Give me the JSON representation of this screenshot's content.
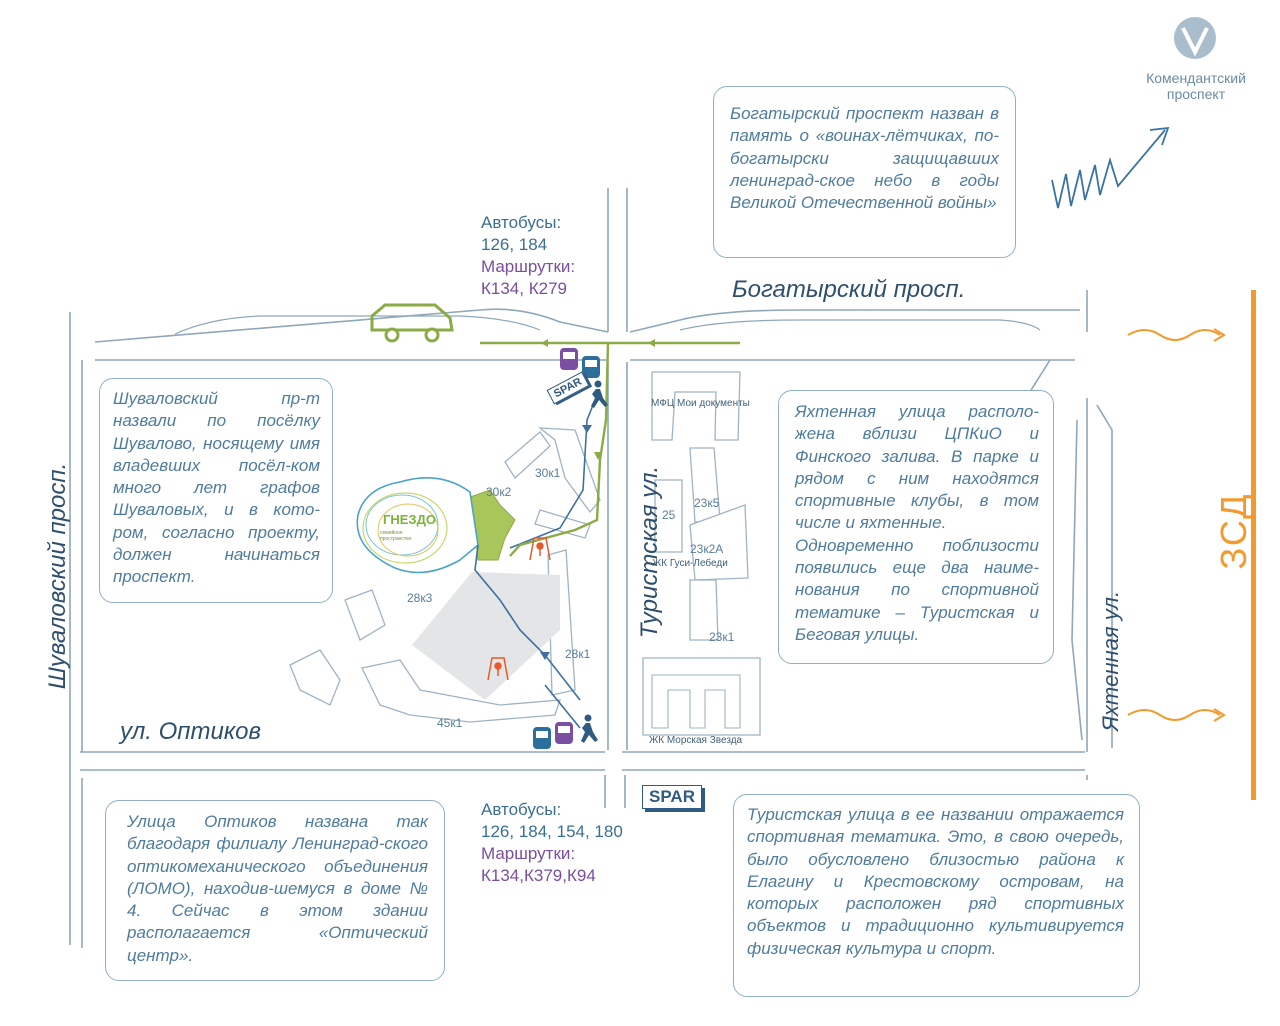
{
  "metro": {
    "station": "Комендантский проспект",
    "line1": "Комендантский",
    "line2": "проспект",
    "icon": "metro-logo-icon",
    "color": "#9fb7c9"
  },
  "streets": {
    "bogatyrsky": "Богатырский просп.",
    "shuvalovsky": "Шуваловский просп.",
    "optikov": "ул. Оптиков",
    "turistskaya": "Туристская ул.",
    "yakhtennaya": "Яхтенная ул.",
    "zsd": "ЗСД"
  },
  "transport_top": {
    "bus_title": "Автобусы:",
    "bus_routes": "126, 184",
    "minibus_title": "Маршрутки:",
    "minibus_routes": "К134, К279"
  },
  "transport_bottom": {
    "bus_title": "Автобусы:",
    "bus_routes": "126, 184, 154, 180",
    "minibus_title": "Маршрутки:",
    "minibus_routes": "К134,К379,К94"
  },
  "notes": {
    "bogatyrsky": "Богатырский проспект назван в память о «воинах-лётчиках, по-богатырски защищавших ленинград-ское небо в годы Великой Отечественной войны»",
    "shuvalovsky": "Шуваловский пр-т назвали по посёлку Шувалово, носящему имя владевших посёл-ком много лет графов Шуваловых, и в кото-ром, согласно проекту, должен начинаться проспект.",
    "yakhtennaya_1": "Яхтенная улица располо-жена вблизи ЦПКиО и Финского залива. В парке и рядом с ним находятся спортивные клубы, в том числе и яхтенные.",
    "yakhtennaya_2": "Одновременно поблизости появились еще два наиме-нования по спортивной тематике – Туристская и Беговая улицы.",
    "optikov": "Улица Оптиков названа так благодаря филиалу Ленинград-ского оптикомеханического объединения (ЛОМО), находив-шемуся в доме № 4. Сейчас в этом здании располагается «Оптический центр».",
    "turistskaya": "Туристская улица в ее названии отражается спортивная тематика. Это, в свою очередь, было обусловлено близостью района к Елагину и Крестовскому островам, на которых расположен ряд спортивных объектов и традиционно культивируется физическая культура и спорт."
  },
  "buildings": {
    "b30k2": "30к2",
    "b30k1": "30к1",
    "b28k3": "28к3",
    "b28k1": "28к1",
    "b45k1": "45к1",
    "b25": "25",
    "b23k5": "23к5",
    "b23k2a": "23к2А",
    "b23k1": "23к1",
    "mfc": "МФЦ Мои документы",
    "gusi": "ЖК Гуси-Лебеди",
    "morskaya": "ЖК Морская Звезда"
  },
  "spar": "SPAR",
  "nest": {
    "name": "ГНЕЗДО",
    "sub1": "семейное",
    "sub2": "пространство"
  },
  "colors": {
    "road": "#8fa7ba",
    "route_green": "#8aab45",
    "route_blue": "#3f6fa3",
    "zsd": "#f39a2f",
    "text_blue": "#3a6f93",
    "minibus_purple": "#7a4ea0"
  }
}
